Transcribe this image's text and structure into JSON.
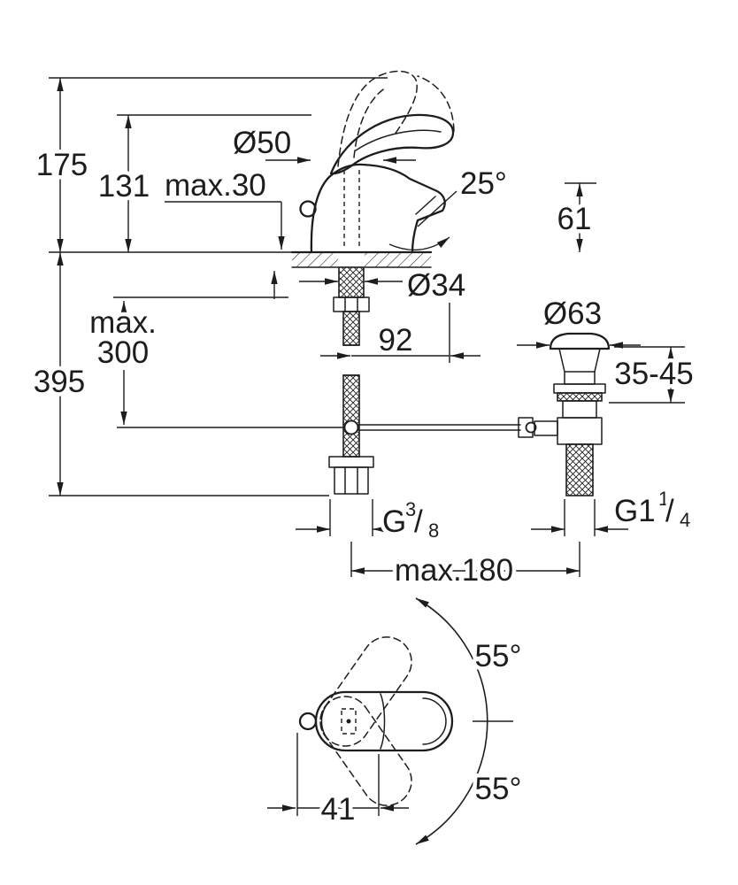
{
  "colors": {
    "line": "#1d1d1b",
    "background": "#ffffff"
  },
  "side_view": {
    "dim_175": "175",
    "dim_395": "395",
    "dim_131": "131",
    "dim_max30": "max.30",
    "dim_dia50": "Ø50",
    "dim_25deg": "25°",
    "dim_61": "61",
    "dim_dia34": "Ø34",
    "dim_max300_line1": "max.",
    "dim_max300_line2": "300",
    "dim_92": "92",
    "dim_dia63": "Ø63",
    "dim_35_45": "35-45",
    "dim_max180": "max.180",
    "thread_supply_prefix": "G",
    "thread_supply_numerator": "3",
    "thread_supply_slash": "/",
    "thread_supply_denominator": "8",
    "thread_waste_prefix": "G1",
    "thread_waste_numerator": "1",
    "thread_waste_slash": "/",
    "thread_waste_denominator": "4"
  },
  "top_view": {
    "dim_swing_upper": "55°",
    "dim_swing_lower": "55°",
    "dim_41": "41"
  }
}
